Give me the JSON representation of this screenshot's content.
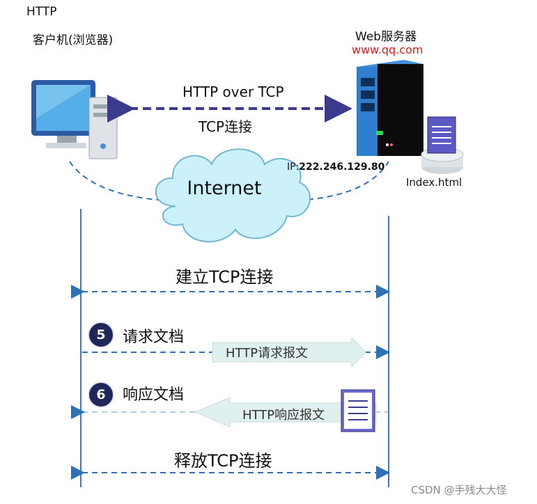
{
  "header": {
    "title": "HTTP"
  },
  "client": {
    "label": "客户机(浏览器)"
  },
  "server": {
    "label": "Web服务器",
    "url": "www.qq.com",
    "ip_prefix": "IP:",
    "ip": "222.246.129.80",
    "file": "Index.html"
  },
  "connection": {
    "top_label": "HTTP over TCP",
    "sub_label": "TCP连接"
  },
  "cloud": {
    "label": "Internet"
  },
  "steps": {
    "establish": "建立TCP连接",
    "request": {
      "number": "5",
      "label": "请求文档",
      "message": "HTTP请求报文"
    },
    "response": {
      "number": "6",
      "label": "响应文档",
      "message": "HTTP响应报文"
    },
    "release": "释放TCP连接"
  },
  "watermark": "CSDN @手残大大怪",
  "colors": {
    "arrow": "#2f6fb4",
    "dark_arrow": "#3b3a8c",
    "url": "#e11b1b",
    "badge": "#1f2759",
    "message_box": "#dff0ee"
  },
  "icons": {
    "client": "desktop-computer-icon",
    "server": "server-tower-icon",
    "file": "document-stack-icon"
  }
}
